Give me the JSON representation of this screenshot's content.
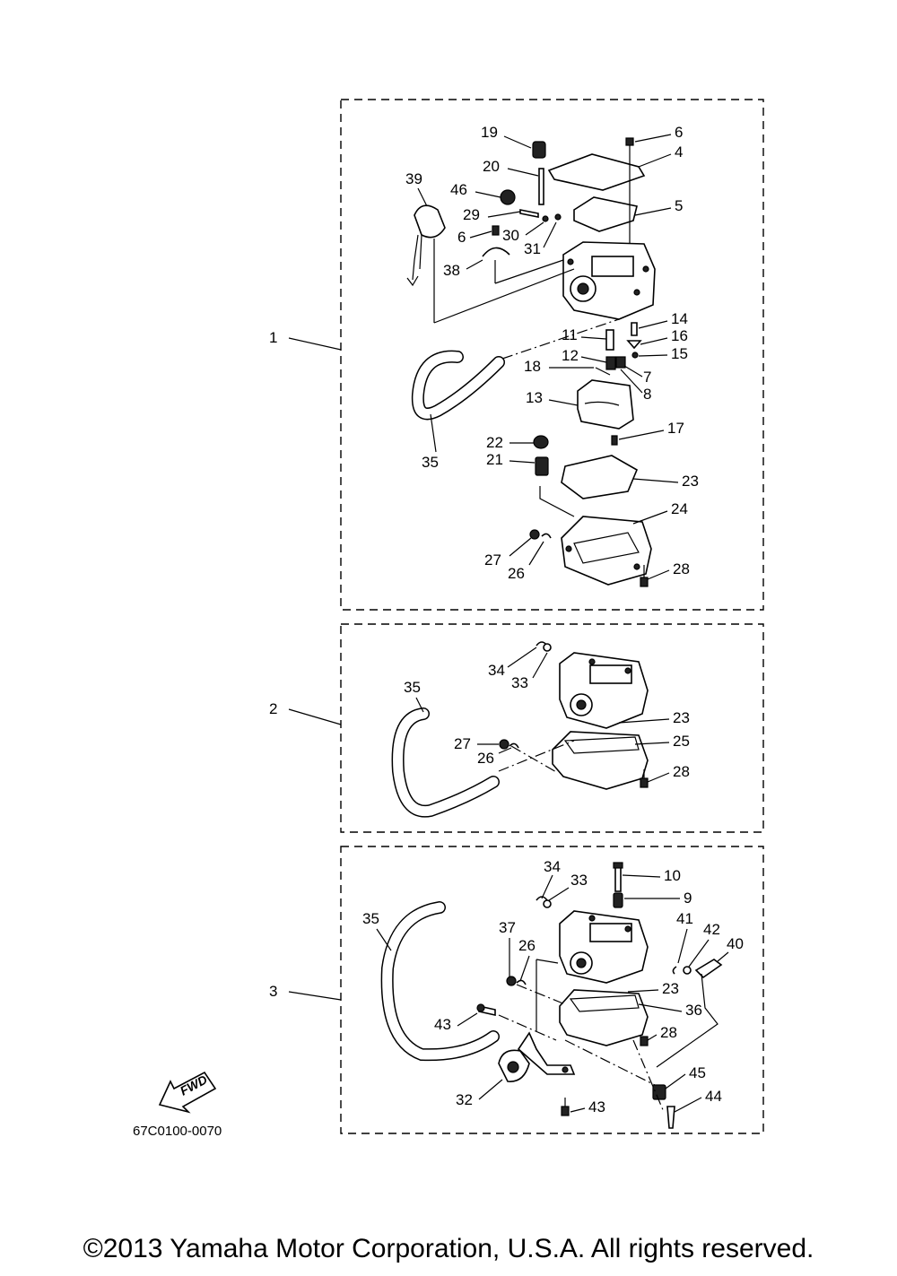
{
  "diagram_code": "67C0100-0070",
  "copyright": "©2013 Yamaha Motor Corporation, U.S.A. All rights reserved.",
  "fwd_label": "FWD",
  "groups": [
    "1",
    "2",
    "3"
  ],
  "callouts": {
    "g1": [
      "19",
      "6",
      "4",
      "20",
      "39",
      "46",
      "5",
      "29",
      "30",
      "6",
      "31",
      "38",
      "14",
      "16",
      "15",
      "11",
      "12",
      "18",
      "7",
      "8",
      "13",
      "17",
      "22",
      "21",
      "23",
      "35",
      "24",
      "27",
      "26",
      "28"
    ],
    "g2": [
      "34",
      "33",
      "35",
      "23",
      "27",
      "25",
      "26",
      "28"
    ],
    "g3": [
      "34",
      "33",
      "10",
      "9",
      "35",
      "41",
      "42",
      "40",
      "37",
      "26",
      "23",
      "36",
      "43",
      "28",
      "45",
      "32",
      "43",
      "44"
    ]
  }
}
